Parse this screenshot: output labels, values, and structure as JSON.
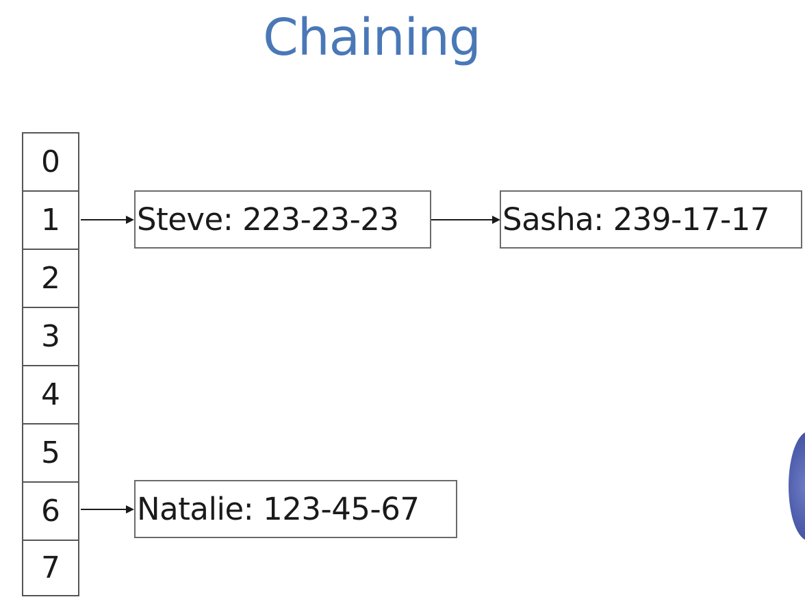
{
  "slide": {
    "title": "Chaining",
    "title_color": "#4a78b7"
  },
  "table": {
    "slots": [
      "0",
      "1",
      "2",
      "3",
      "4",
      "5",
      "6",
      "7"
    ]
  },
  "chains": {
    "slot_1": [
      {
        "label": "Steve:  223-23-23"
      },
      {
        "label": "Sasha:  239-17-17"
      }
    ],
    "slot_6": [
      {
        "label": "Natalie:  123-45-67"
      }
    ]
  }
}
